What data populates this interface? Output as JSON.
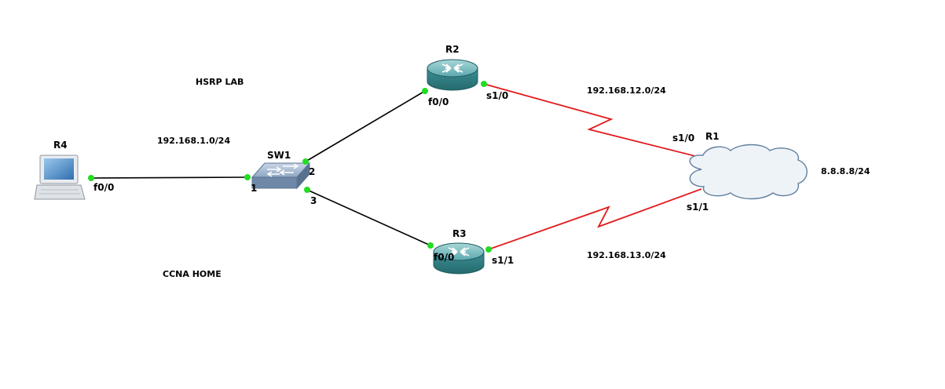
{
  "title": "HSRP LAB",
  "footer": "CCNA HOME",
  "devices": {
    "r4": {
      "name": "R4"
    },
    "sw1": {
      "name": "SW1"
    },
    "r2": {
      "name": "R2"
    },
    "r3": {
      "name": "R3"
    },
    "r1": {
      "name": "R1"
    }
  },
  "interfaces": {
    "r4_f00": "f0/0",
    "sw1_p1": "1",
    "sw1_p2": "2",
    "sw1_p3": "3",
    "r2_f00": "f0/0",
    "r2_s10": "s1/0",
    "r3_f00": "f0/0",
    "r3_s11": "s1/1",
    "r1_s10": "s1/0",
    "r1_s11": "s1/1"
  },
  "networks": {
    "lan": "192.168.1.0/24",
    "r2_r1": "192.168.12.0/24",
    "r3_r1": "192.168.13.0/24",
    "r1_lo": "8.8.8.8/24"
  },
  "colors": {
    "ethernet_link": "#000000",
    "serial_link": "#e31a1c",
    "port_up": "#22dd22",
    "router_body": "#3a8f93",
    "switch_body": "#7f97b4",
    "cloud_fill": "#eef3f7",
    "cloud_stroke": "#5f7f9f"
  }
}
